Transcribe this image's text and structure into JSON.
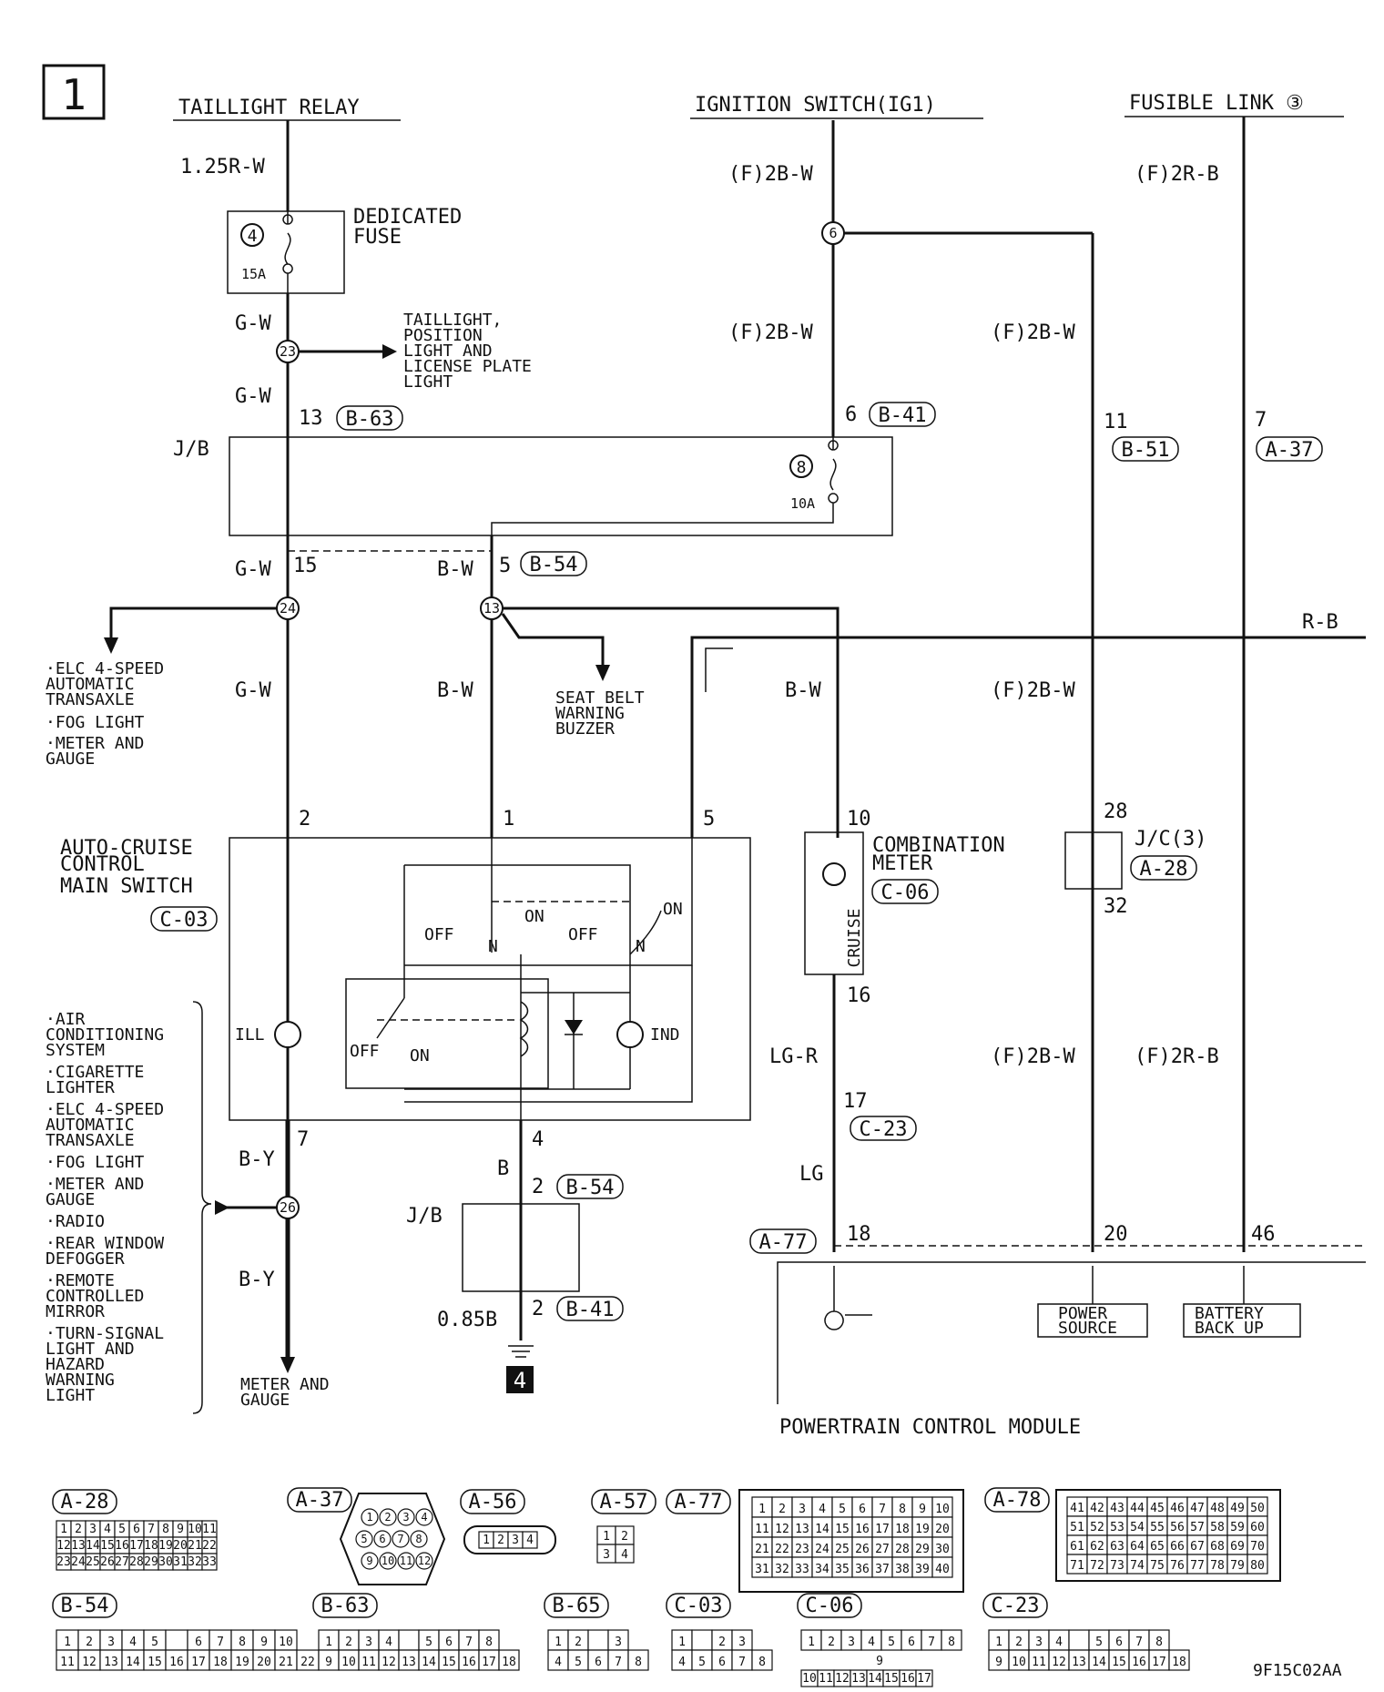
{
  "page_number": "1",
  "headers": {
    "taillight_relay": "TAILLIGHT RELAY",
    "ignition_switch": "IGNITION SWITCH(IG1)",
    "fusible_link": "FUSIBLE LINK ③"
  },
  "wires": {
    "w_125rw": "1.25R-W",
    "w_gw1": "G-W",
    "w_gw2": "G-W",
    "w_gw3": "G-W",
    "w_gw4": "G-W",
    "w_bw1": "B-W",
    "w_bw2": "B-W",
    "w_bw3": "B-W",
    "w_f2bw1": "(F)2B-W",
    "w_f2bw2": "(F)2B-W",
    "w_f2bw3": "(F)2B-W",
    "w_f2bw4": "(F)2B-W",
    "w_f2bw5": "(F)2B-W",
    "w_f2rb1": "(F)2R-B",
    "w_f2rb2": "(F)2R-B",
    "w_rb": "R-B",
    "w_by1": "B-Y",
    "w_by2": "B-Y",
    "w_b": "B",
    "w_085b": "0.85B",
    "w_lgr": "LG-R",
    "w_lg": "LG"
  },
  "fuses": {
    "dedicated_label": "DEDICATED FUSE",
    "dedicated_num": "4",
    "dedicated_amp": "15A",
    "jb_num": "8",
    "jb_amp": "10A"
  },
  "connectors": {
    "b63": "B-63",
    "b41a": "B-41",
    "b51": "B-51",
    "a37": "A-37",
    "b54a": "B-54",
    "c03": "C-03",
    "c06": "C-06",
    "a28": "A-28",
    "c23": "C-23",
    "b54b": "B-54",
    "b41b": "B-41",
    "a77": "A-77"
  },
  "pins": {
    "p13": "13",
    "p6": "6",
    "p11": "11",
    "p7": "7",
    "p15": "15",
    "p5": "5",
    "p2": "2",
    "p1": "1",
    "p5b": "5",
    "p10": "10",
    "p28": "28",
    "p32": "32",
    "p16": "16",
    "p17": "17",
    "p7b": "7",
    "p4": "4",
    "p2b": "2",
    "p2c": "2",
    "p18": "18",
    "p20": "20",
    "p46": "46"
  },
  "nodes": {
    "n23": "23",
    "n6": "6",
    "n24": "24",
    "n13": "13",
    "n26": "26"
  },
  "labels": {
    "jb1": "J/B",
    "jb2": "J/B",
    "taillight_dest": [
      "TAILLIGHT,",
      "POSITION",
      "LIGHT AND",
      "LICENSE PLATE",
      "LIGHT"
    ],
    "left_dest": [
      "·ELC 4-SPEED",
      " AUTOMATIC",
      " TRANSAXLE",
      "·FOG LIGHT",
      "·METER AND",
      " GAUGE"
    ],
    "seatbelt": [
      "SEAT BELT",
      "WARNING",
      "BUZZER"
    ],
    "auto_cruise": [
      "AUTO-CRUISE",
      "CONTROL",
      "MAIN SWITCH"
    ],
    "combination_meter": [
      "COMBINATION",
      "METER"
    ],
    "jc3": "J/C(3)",
    "cruise": "CRUISE",
    "ill": "ILL",
    "ind": "IND",
    "off1": "OFF",
    "on1": "ON",
    "n1": "N",
    "off2": "OFF",
    "on2": "ON",
    "n2": "N",
    "off3": "OFF",
    "on3": "ON",
    "ground_ref": "4",
    "left_list": [
      "·AIR",
      " CONDITIONING",
      " SYSTEM",
      "·CIGARETTE",
      " LIGHTER",
      "·ELC 4-SPEED",
      " AUTOMATIC",
      " TRANSAXLE",
      "·FOG LIGHT",
      "·METER AND",
      " GAUGE",
      "·RADIO",
      "·REAR WINDOW",
      " DEFOGGER",
      "·REMOTE",
      " CONTROLLED",
      " MIRROR",
      "·TURN-SIGNAL",
      " LIGHT AND",
      " HAZARD",
      " WARNING",
      " LIGHT"
    ],
    "meter_gauge": [
      "METER AND",
      "GAUGE"
    ],
    "power_source": [
      "POWER",
      "SOURCE"
    ],
    "battery_backup": [
      "BATTERY",
      "BACK UP"
    ],
    "pcm": "POWERTRAIN CONTROL MODULE",
    "drawing_code": "9F15C02AA"
  },
  "legend": {
    "a28": {
      "label": "A-28",
      "rows": [
        [
          "1",
          "2",
          "3",
          "4",
          "5",
          "6",
          "7",
          "8",
          "9",
          "10",
          "11"
        ],
        [
          "12",
          "13",
          "14",
          "15",
          "16",
          "17",
          "18",
          "19",
          "20",
          "21",
          "22"
        ],
        [
          "23",
          "24",
          "25",
          "26",
          "27",
          "28",
          "29",
          "30",
          "31",
          "32",
          "33"
        ]
      ]
    },
    "a37": {
      "label": "A-37",
      "pins": [
        "1",
        "2",
        "3",
        "4",
        "5",
        "6",
        "7",
        "8",
        "9",
        "10",
        "11",
        "12"
      ]
    },
    "a56": {
      "label": "A-56",
      "pins": [
        "1",
        "2",
        "3",
        "4"
      ]
    },
    "a57": {
      "label": "A-57",
      "rows": [
        [
          "1",
          "2"
        ],
        [
          "3",
          "4"
        ]
      ]
    },
    "a77": {
      "label": "A-77",
      "rows": [
        [
          "1",
          "2",
          "3",
          "4",
          "5",
          "6",
          "7",
          "8",
          "9",
          "10"
        ],
        [
          "11",
          "12",
          "13",
          "14",
          "15",
          "16",
          "17",
          "18",
          "19",
          "20"
        ],
        [
          "21",
          "22",
          "23",
          "24",
          "25",
          "26",
          "27",
          "28",
          "29",
          "30"
        ],
        [
          "31",
          "32",
          "33",
          "34",
          "35",
          "36",
          "37",
          "38",
          "39",
          "40"
        ]
      ]
    },
    "a78": {
      "label": "A-78",
      "rows": [
        [
          "41",
          "42",
          "43",
          "44",
          "45",
          "46",
          "47",
          "48",
          "49",
          "50"
        ],
        [
          "51",
          "52",
          "53",
          "54",
          "55",
          "56",
          "57",
          "58",
          "59",
          "60"
        ],
        [
          "61",
          "62",
          "63",
          "64",
          "65",
          "66",
          "67",
          "68",
          "69",
          "70"
        ],
        [
          "71",
          "72",
          "73",
          "74",
          "75",
          "76",
          "77",
          "78",
          "79",
          "80"
        ]
      ]
    },
    "b54": {
      "label": "B-54",
      "rows": [
        [
          "1",
          "2",
          "3",
          "4",
          "5",
          "",
          "6",
          "7",
          "8",
          "9",
          "10"
        ],
        [
          "11",
          "12",
          "13",
          "14",
          "15",
          "16",
          "17",
          "18",
          "19",
          "20",
          "21",
          "22"
        ]
      ]
    },
    "b63": {
      "label": "B-63",
      "rows": [
        [
          "1",
          "2",
          "3",
          "4",
          "",
          "5",
          "6",
          "7",
          "8"
        ],
        [
          "9",
          "10",
          "11",
          "12",
          "13",
          "14",
          "15",
          "16",
          "17",
          "18"
        ]
      ]
    },
    "b65": {
      "label": "B-65",
      "rows": [
        [
          "1",
          "2",
          "",
          "3"
        ],
        [
          "4",
          "5",
          "6",
          "7",
          "8"
        ]
      ]
    },
    "c03": {
      "label": "C-03",
      "rows": [
        [
          "1",
          "",
          "2",
          "3"
        ],
        [
          "4",
          "5",
          "6",
          "7",
          "8"
        ]
      ]
    },
    "c06": {
      "label": "C-06",
      "rows": [
        [
          "1",
          "2",
          "3",
          "4",
          "5",
          "6",
          "7",
          "8"
        ],
        [
          "9"
        ],
        [
          "10",
          "11",
          "12",
          "13",
          "14",
          "15",
          "16",
          "17"
        ]
      ]
    },
    "c23": {
      "label": "C-23",
      "rows": [
        [
          "1",
          "2",
          "3",
          "4",
          "",
          "5",
          "6",
          "7",
          "8"
        ],
        [
          "9",
          "10",
          "11",
          "12",
          "13",
          "14",
          "15",
          "16",
          "17",
          "18"
        ]
      ]
    }
  }
}
